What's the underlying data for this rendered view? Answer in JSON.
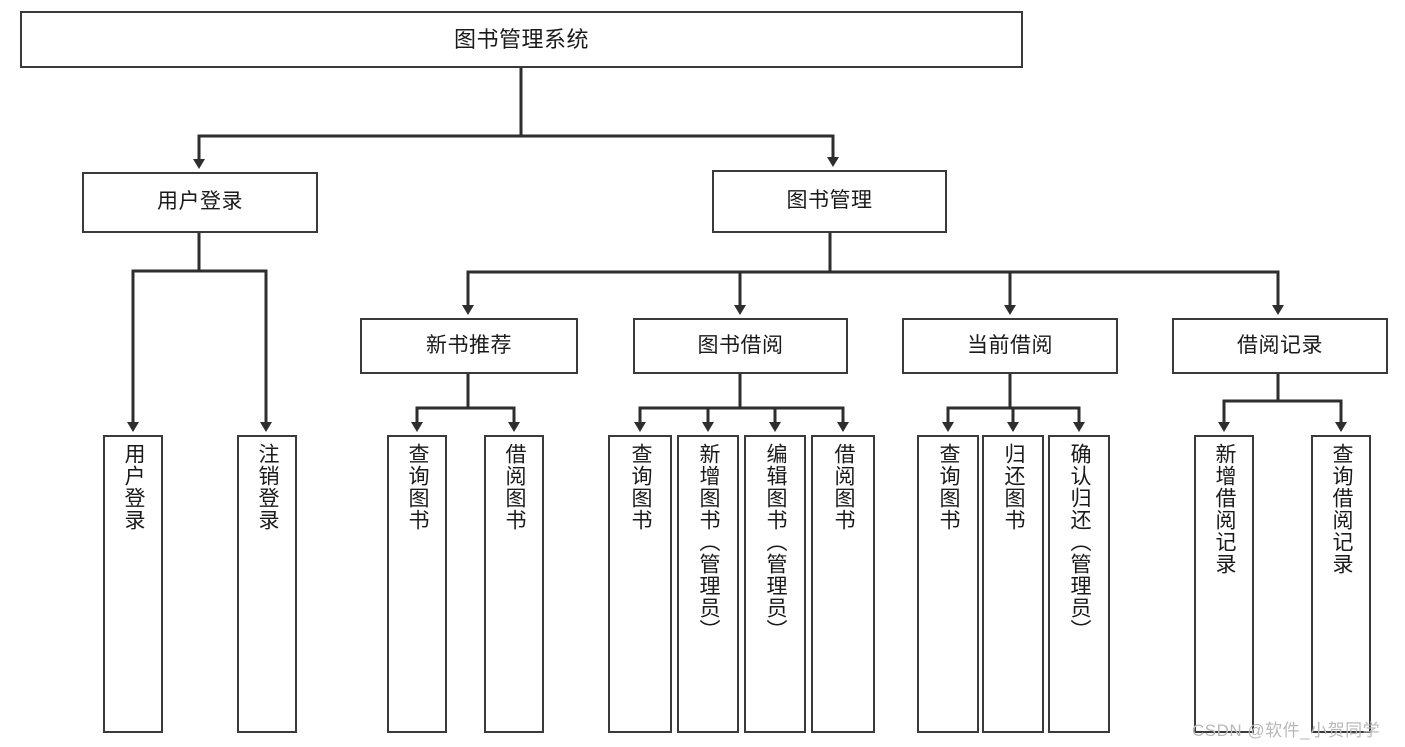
{
  "diagram": {
    "title": "图书管理系统",
    "type": "function-structure-tree",
    "colors": {
      "box_border": "#3a3a3a",
      "box_fill": "#ffffff",
      "connector": "#2e2e2e",
      "text": "#1a1a1a",
      "watermark": "#b9b9b9",
      "background": "#ffffff"
    },
    "root": {
      "label": "图书管理系统"
    },
    "level1": [
      {
        "label": "用户登录"
      },
      {
        "label": "图书管理"
      }
    ],
    "level2": [
      {
        "label": "新书推荐"
      },
      {
        "label": "图书借阅"
      },
      {
        "label": "当前借阅"
      },
      {
        "label": "借阅记录"
      }
    ],
    "leaves": {
      "user_login": [
        {
          "label": "用户登录"
        },
        {
          "label": "注销登录"
        }
      ],
      "new_book_recommend": [
        {
          "label": "查询图书"
        },
        {
          "label": "借阅图书"
        }
      ],
      "book_borrow": [
        {
          "label": "查询图书"
        },
        {
          "label": "新增图书（管理员）"
        },
        {
          "label": "编辑图书（管理员）"
        },
        {
          "label": "借阅图书"
        }
      ],
      "current_borrow": [
        {
          "label": "查询图书"
        },
        {
          "label": "归还图书"
        },
        {
          "label": "确认归还（管理员）"
        }
      ],
      "borrow_record": [
        {
          "label": "新增借阅记录"
        },
        {
          "label": "查询借阅记录"
        }
      ]
    },
    "watermark": "CSDN @软件_小贺同学"
  }
}
